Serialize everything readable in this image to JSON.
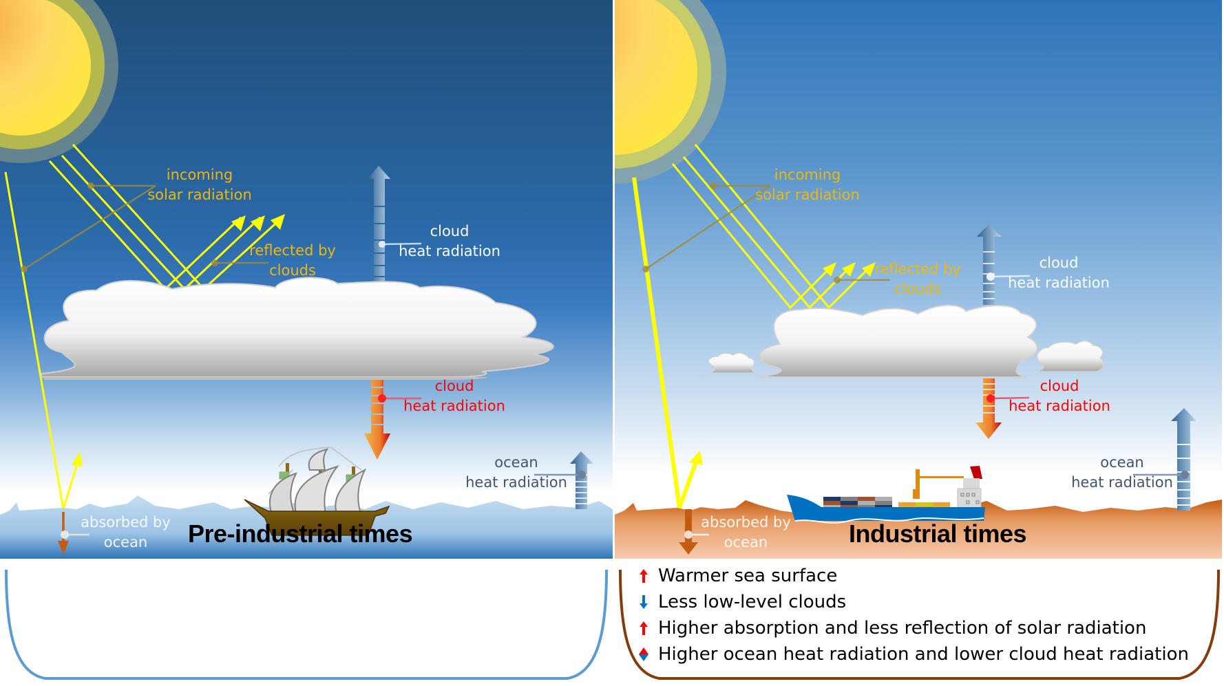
{
  "panels": [
    {
      "id": "pre-industrial",
      "title": "Pre-industrial times",
      "ocean_color": "#9dc3e6",
      "labels": {
        "incoming_solar": [
          "incoming",
          "solar radiation"
        ],
        "reflected": [
          "reflected by",
          "clouds"
        ],
        "cloud_heat_up": [
          "cloud",
          "heat radiation"
        ],
        "cloud_heat_down": [
          "cloud",
          "heat radiation"
        ],
        "ocean_heat": [
          "ocean",
          "heat radiation"
        ],
        "absorbed": [
          "absorbed by",
          "ocean"
        ]
      },
      "ship": "sailing-ship"
    },
    {
      "id": "industrial",
      "title": "Industrial times",
      "ocean_color": "#f4b183",
      "labels": {
        "incoming_solar": [
          "incoming",
          "solar radiation"
        ],
        "reflected": [
          "reflected by",
          "clouds"
        ],
        "cloud_heat_up": [
          "cloud",
          "heat radiation"
        ],
        "cloud_heat_down": [
          "cloud",
          "heat radiation"
        ],
        "ocean_heat": [
          "ocean",
          "heat radiation"
        ],
        "absorbed": [
          "absorbed by",
          "ocean"
        ]
      },
      "ship": "container-ship"
    }
  ],
  "legend": {
    "items": [
      {
        "icon": "arrow-up-red-icon",
        "text": "Warmer sea surface"
      },
      {
        "icon": "arrow-down-blue-icon",
        "text": "Less low-level clouds"
      },
      {
        "icon": "arrow-up-red-icon",
        "text": "Higher absorption and less reflection of solar radiation"
      },
      {
        "icon": "arrow-updown-red-blue-icon",
        "text": "Higher ocean heat radiation and lower cloud heat radiation"
      }
    ]
  },
  "colors": {
    "solar": "#ffff00",
    "label_orange": "#f2b705",
    "heat_red": "#ff0000",
    "bracket_left": "#5b9bd5",
    "bracket_right": "#843c0c",
    "up_arrow": "#ff0000",
    "down_arrow": "#0070c0"
  }
}
